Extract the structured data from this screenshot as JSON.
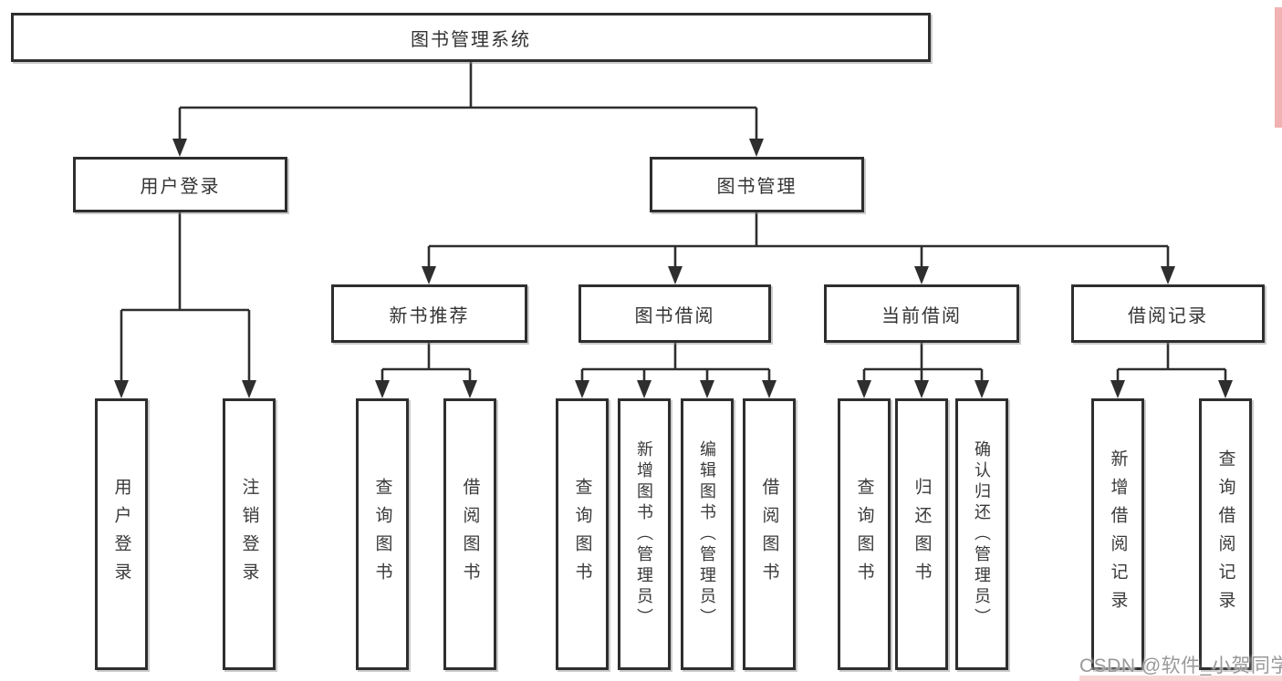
{
  "colors": {
    "line": "#2e2e2e",
    "text": "#333333",
    "watermark_text": "#999999",
    "accent_pink": "#f1b2b2"
  },
  "nodes": {
    "root": "图书管理系统",
    "user_login": "用户登录",
    "book_mgmt": "图书管理",
    "new_book": "新书推荐",
    "book_borrow": "图书借阅",
    "current_borrow": "当前借阅",
    "borrow_record": "借阅记录",
    "leaf_user_login": "用户登录",
    "leaf_logout": "注销登录",
    "leaf_nb_query": "查询图书",
    "leaf_nb_borrow": "借阅图书",
    "leaf_bb_query": "查询图书",
    "leaf_bb_add": "新增图书（管理员）",
    "leaf_bb_edit": "编辑图书（管理员）",
    "leaf_bb_borrow": "借阅图书",
    "leaf_cb_query": "查询图书",
    "leaf_cb_return": "归还图书",
    "leaf_cb_confirm": "确认归还（管理员）",
    "leaf_br_add": "新增借阅记录",
    "leaf_br_query": "查询借阅记录"
  },
  "watermark": "CSDN @软件_小贺同学"
}
